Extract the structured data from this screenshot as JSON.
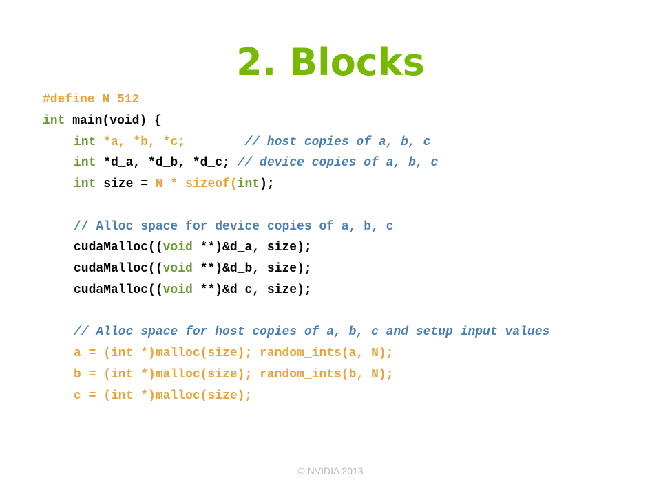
{
  "slide": {
    "title": "2. Blocks",
    "footer": "© NVIDIA 2013"
  },
  "code": {
    "l1": {
      "a": "#define N 512"
    },
    "l2": {
      "a": "int",
      "b": " main(void) {"
    },
    "l3": {
      "a": "int",
      "b": " *a, *b, *c;",
      "c": "// host copies of a, b, c"
    },
    "l4": {
      "a": "int",
      "b": " *d_a, *d_b, *d_c; ",
      "c": "// device copies of a, b, c"
    },
    "l5": {
      "a": "int",
      "b": " size = ",
      "c": "N * sizeof(",
      "d": "int",
      "e": ");"
    },
    "l6": {
      "a": "// Alloc space for device copies of a, b, c"
    },
    "l7": {
      "a": "cudaMalloc((",
      "b": "void",
      "c": " **)&d_a, size);"
    },
    "l8": {
      "a": "cudaMalloc((",
      "b": "void",
      "c": " **)&d_b, size);"
    },
    "l9": {
      "a": "cudaMalloc((",
      "b": "void",
      "c": " **)&d_c, size);"
    },
    "l10": {
      "a": "// Alloc space for host copies of a, b, c and setup input values"
    },
    "l11": {
      "a": "a = (int *)malloc(size); random_ints(a, N);"
    },
    "l12": {
      "a": "b = (int *)malloc(size); random_ints(b, N);"
    },
    "l13": {
      "a": "c = (int *)malloc(size);"
    }
  },
  "colors": {
    "title": "#76b900",
    "keyword": "#6b9a33",
    "highlight": "#e8a33a",
    "comment": "#4a7fb5",
    "footer": "#b8b8b8"
  }
}
